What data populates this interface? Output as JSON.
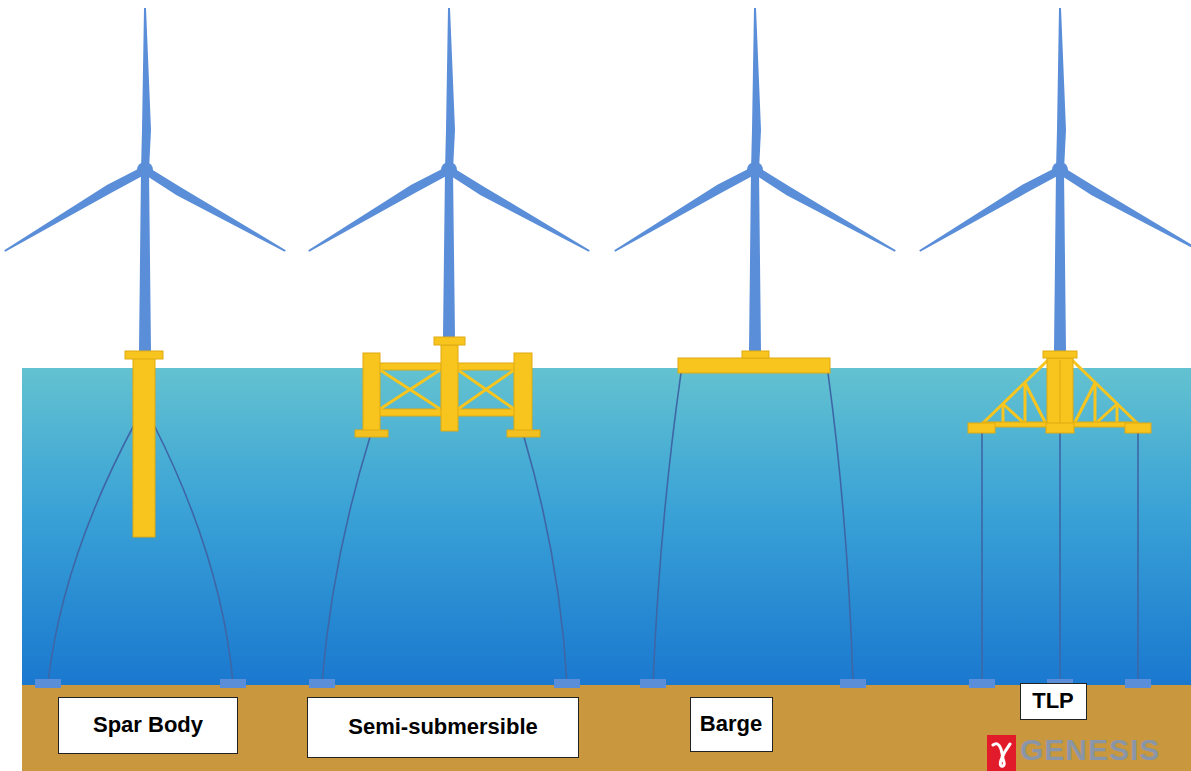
{
  "diagram": {
    "nodes": [
      {
        "text": [
          "Spar Body"
        ]
      },
      {
        "text": [
          "Semi-submersible"
        ]
      },
      {
        "text": [
          "Barge"
        ]
      },
      {
        "text": [
          "TLP"
        ]
      }
    ],
    "labels": [
      "GENESIS"
    ]
  }
}
